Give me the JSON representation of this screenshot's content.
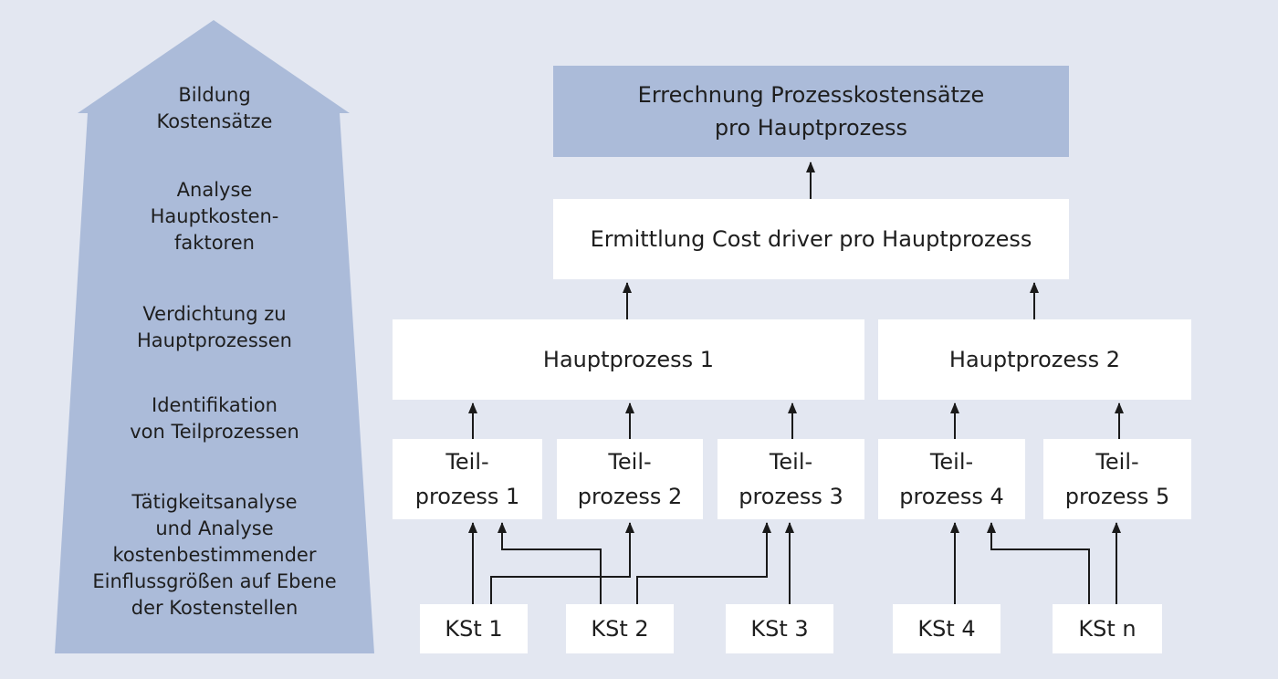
{
  "colors": {
    "background": "#e3e7f1",
    "arrow_fill": "#abbbd9",
    "top_box_fill": "#abbbd9",
    "box_fill": "#ffffff",
    "connector": "#1a1a1a"
  },
  "steps": [
    "Bildung\nKostensätze",
    "Analyse\nHauptkosten-\nfaktoren",
    "Verdichtung zu\nHauptprozessen",
    "Identifikation\nvon Teilprozessen",
    "Tätigkeitsanalyse\nund Analyse\nkostenbestimmender\nEinflussgrößen auf Ebene\nder Kostenstellen"
  ],
  "boxes": {
    "rate": "Errechnung Prozesskostensätze\npro Hauptprozess",
    "driver": "Ermittlung Cost driver pro Hauptprozess",
    "hp1": "Hauptprozess 1",
    "hp2": "Hauptprozess 2",
    "tp1": "Teil-\nprozess 1",
    "tp2": "Teil-\nprozess 2",
    "tp3": "Teil-\nprozess 3",
    "tp4": "Teil-\nprozess 4",
    "tp5": "Teil-\nprozess 5",
    "kst1": "KSt 1",
    "kst2": "KSt 2",
    "kst3": "KSt 3",
    "kst4": "KSt 4",
    "kstn": "KSt n"
  }
}
